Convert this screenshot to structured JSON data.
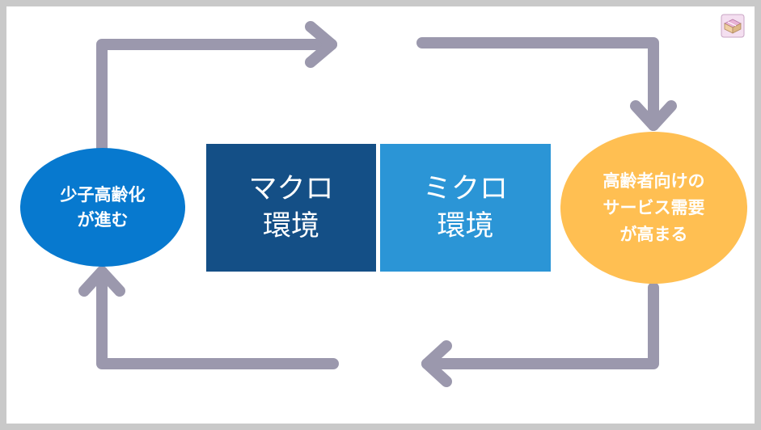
{
  "diagram": {
    "left_node": {
      "lines": [
        "少子高齢化",
        "が進む"
      ],
      "color": "#0779cf"
    },
    "right_node": {
      "lines": [
        "高齢者向けの",
        "サービス需要",
        "が高まる"
      ],
      "color": "#ffbf52"
    },
    "macro_box": {
      "lines": [
        "マクロ",
        "環境"
      ],
      "color": "#144f86"
    },
    "micro_box": {
      "lines": [
        "ミクロ",
        "環境"
      ],
      "color": "#2b95d6"
    },
    "arrow_color": "#9b98ad",
    "corner_icon": "lunchbox-icon"
  }
}
